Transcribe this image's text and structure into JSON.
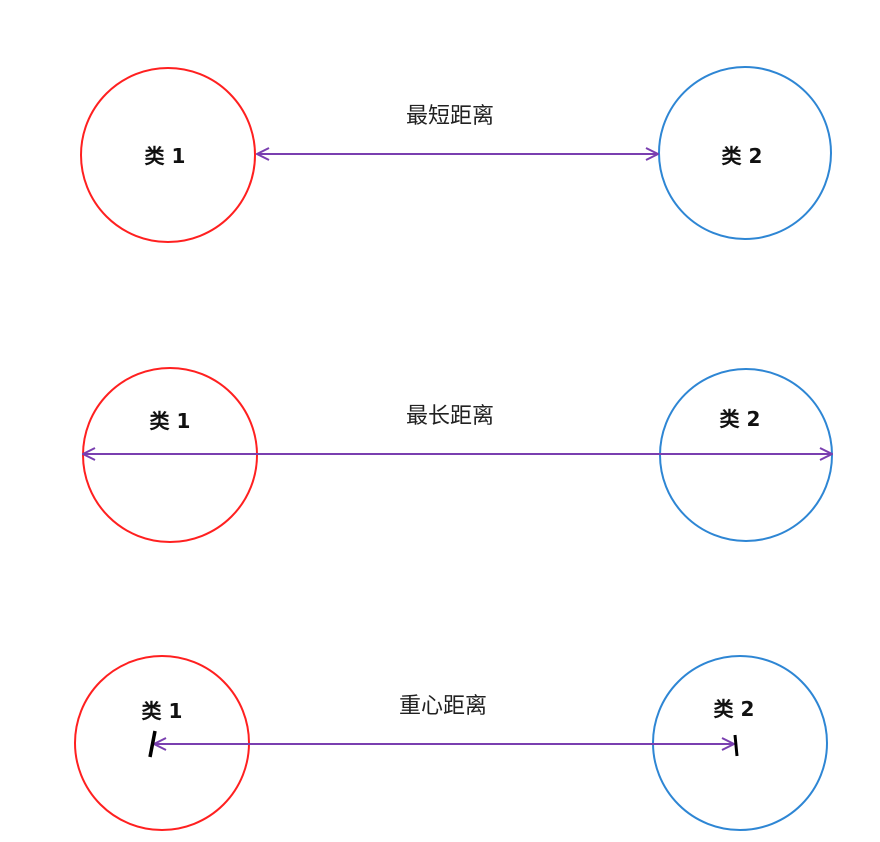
{
  "colors": {
    "cluster1": "#ff2020",
    "cluster2": "#2e86d4",
    "arrow": "#7a3fb0",
    "marker": "#000000"
  },
  "panels": [
    {
      "label": "最短距离",
      "cluster1": "类 1",
      "cluster2": "类 2",
      "type": "shortest"
    },
    {
      "label": "最长距离",
      "cluster1": "类 1",
      "cluster2": "类 2",
      "type": "longest"
    },
    {
      "label": "重心距离",
      "cluster1": "类 1",
      "cluster2": "类 2",
      "type": "centroid"
    }
  ]
}
